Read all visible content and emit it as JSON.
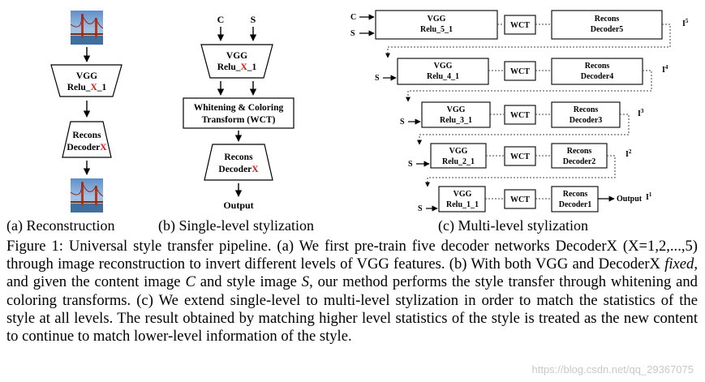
{
  "panels": {
    "a": {
      "caption": "(a) Reconstruction",
      "vgg": "VGG",
      "relu_prefix": "Relu_",
      "x_mark": "X",
      "relu_suffix": "_1",
      "recons": "Recons",
      "decoder_prefix": "Decoder"
    },
    "b": {
      "caption": "(b) Single-level stylization",
      "input_c": "C",
      "input_s": "S",
      "vgg": "VGG",
      "relu_prefix": "Relu_",
      "x_mark": "X",
      "relu_suffix": "_1",
      "wct_line1": "Whitening & Coloring",
      "wct_line2": "Transform (WCT)",
      "recons": "Recons",
      "decoder_prefix": "Decoder",
      "output": "Output"
    },
    "c": {
      "caption": "(c) Multi-level stylization",
      "input_c": "C",
      "input_s": "S",
      "vgg": "VGG",
      "recons": "Recons",
      "wct": "WCT",
      "output": "Output",
      "levels": [
        {
          "relu": "Relu_5_1",
          "decoder": "Decoder5",
          "i_main": "I",
          "i_sub": "5"
        },
        {
          "relu": "Relu_4_1",
          "decoder": "Decoder4",
          "i_main": "I",
          "i_sub": "4"
        },
        {
          "relu": "Relu_3_1",
          "decoder": "Decoder3",
          "i_main": "I",
          "i_sub": "3"
        },
        {
          "relu": "Relu_2_1",
          "decoder": "Decoder2",
          "i_main": "I",
          "i_sub": "2"
        },
        {
          "relu": "Relu_1_1",
          "decoder": "Decoder1",
          "i_main": "I",
          "i_sub": "1"
        }
      ]
    }
  },
  "caption": {
    "p1": "Figure 1: Universal style transfer pipeline. (a) We first pre-train five decoder networks DecoderX (X=1,2,...,5) through image reconstruction to invert different levels of VGG features. (b) With both VGG and DecoderX ",
    "fixed": "fixed",
    "p2": ", and given the content image ",
    "c": "C",
    "p3": " and style image ",
    "s": "S",
    "p4": ", our method performs the style transfer through whitening and coloring transforms. (c) We extend single-level to multi-level stylization in order to match the statistics of the style at all levels. The result obtained by matching higher level statistics of the style is treated as the new content to continue to match lower-level information of the style."
  },
  "watermark": "https://blog.csdn.net/qq_29367075",
  "colors": {
    "accent_x": "#e01010",
    "line": "#000000",
    "dashed": "#444444"
  }
}
